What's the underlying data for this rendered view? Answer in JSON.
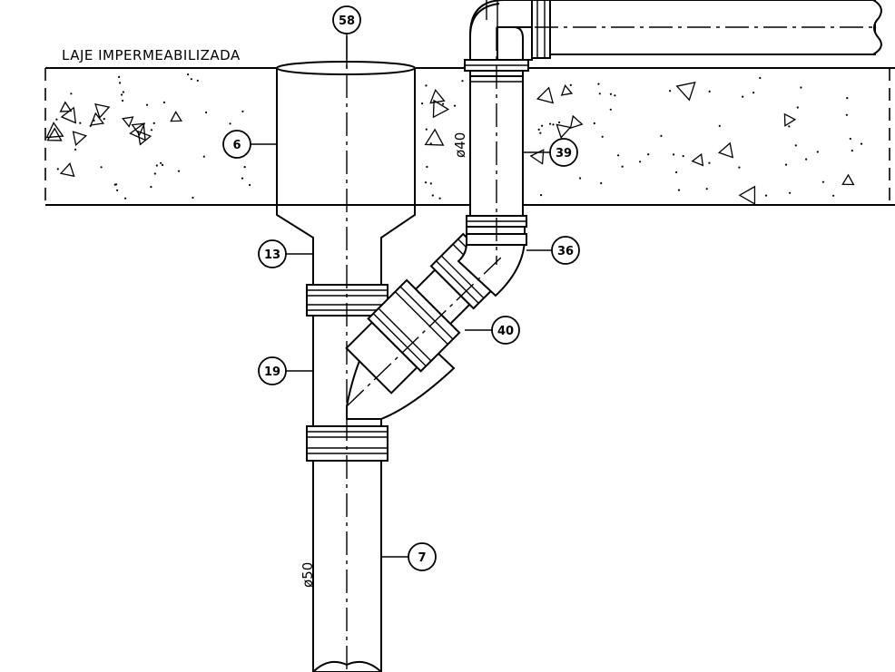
{
  "slab": {
    "label": "LAJE IMPERMEABILIZADA"
  },
  "callouts": {
    "c58": "58",
    "c6": "6",
    "c13": "13",
    "c19": "19",
    "c7": "7",
    "c39": "39",
    "c36": "36",
    "c40": "40"
  },
  "dimensions": {
    "main_pipe": "ø50",
    "branch_pipe": "ø40"
  }
}
